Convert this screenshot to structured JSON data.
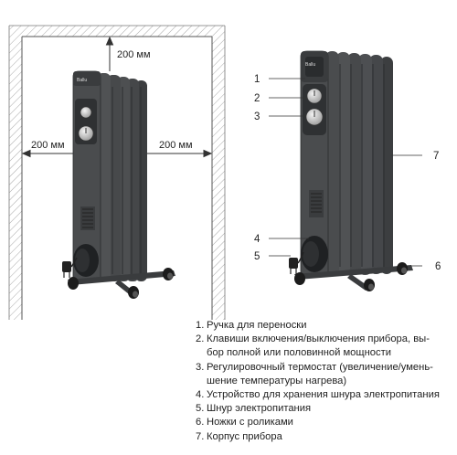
{
  "clearance": {
    "top": "200 мм",
    "left": "200 мм",
    "right": "200 мм"
  },
  "device": {
    "brand_logo": "Ballu"
  },
  "callouts": [
    "1",
    "2",
    "3",
    "4",
    "5",
    "6",
    "7"
  ],
  "legend": [
    {
      "n": "1.",
      "text": "Ручка для переноски"
    },
    {
      "n": "2.",
      "text": "Клавиши включения/выключения прибора, вы-\nбор полной или половинной мощности"
    },
    {
      "n": "3.",
      "text": "Регулировочный термостат (увеличение/умень-\nшение температуры нагрева)"
    },
    {
      "n": "4.",
      "text": "Устройство для хранения шнура электропитания"
    },
    {
      "n": "5.",
      "text": "Шнур электропитания"
    },
    {
      "n": "6.",
      "text": "Ножки с роликами"
    },
    {
      "n": "7.",
      "text": "Корпус прибора"
    }
  ],
  "colors": {
    "heater_body": "#4a4c4e",
    "heater_dark": "#2f3133",
    "wall_hatch": "#9a9a9a",
    "line": "#333333"
  }
}
